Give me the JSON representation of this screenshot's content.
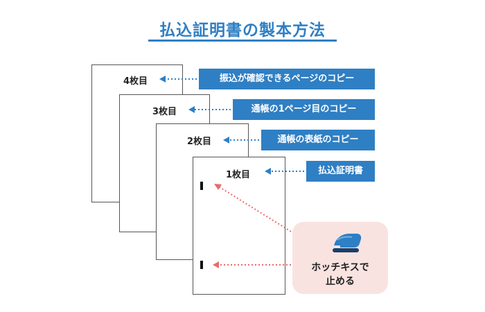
{
  "title": "払込証明書の製本方法",
  "sheets": [
    {
      "label": "4枚目"
    },
    {
      "label": "3枚目"
    },
    {
      "label": "2枚目"
    },
    {
      "label": "1枚目"
    }
  ],
  "tags": [
    "振込が確認できるページのコピー",
    "通帳の1ページ目のコピー",
    "通帳の表紙のコピー",
    "払込証明書"
  ],
  "note": {
    "line1": "ホッチキスで",
    "line2": "止める"
  },
  "colors": {
    "accent": "#2f7fc4",
    "note_bg": "#f9e3e1",
    "staple_arrow": "#e86b6b"
  },
  "icons": {
    "stapler": "stapler-icon"
  }
}
